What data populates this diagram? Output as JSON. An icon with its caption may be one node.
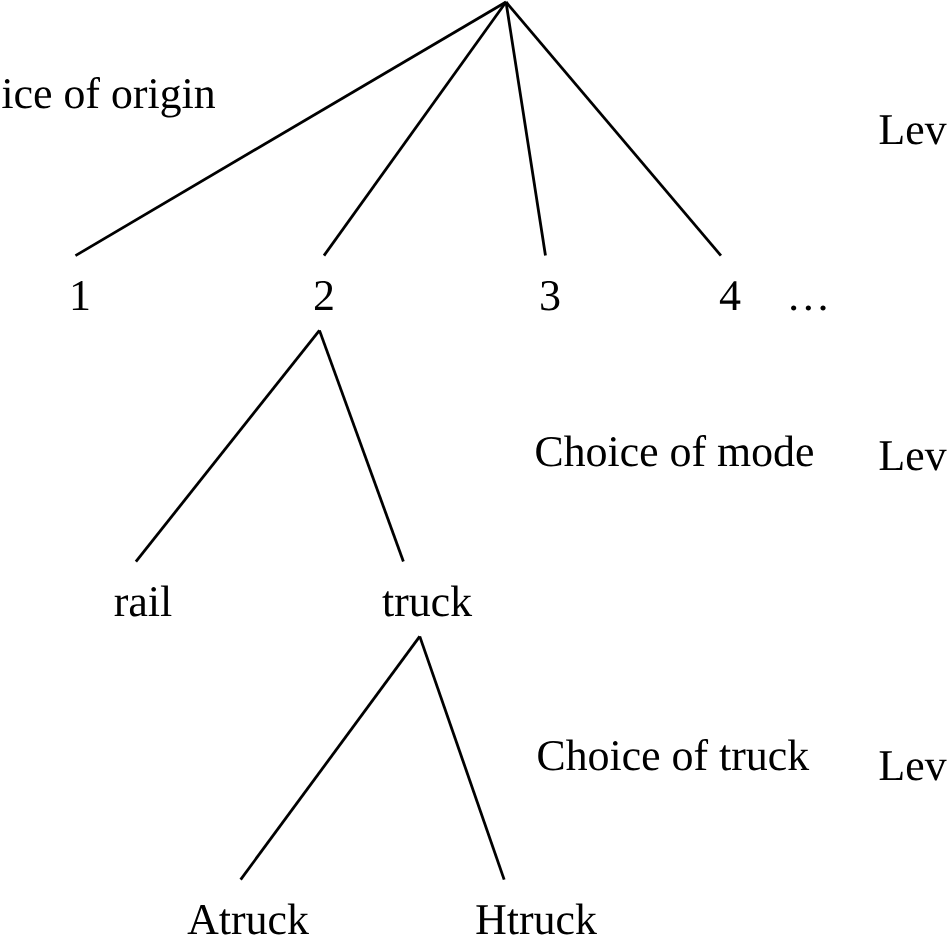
{
  "diagram": {
    "nodes": [
      {
        "text": [
          "1"
        ]
      },
      {
        "text": [
          "2"
        ]
      },
      {
        "text": [
          "3"
        ]
      },
      {
        "text": [
          "4"
        ]
      },
      {
        "text": [
          "rail"
        ]
      },
      {
        "text": [
          "truck"
        ]
      },
      {
        "text": [
          "Atruck"
        ]
      },
      {
        "text": [
          "Htruck"
        ]
      }
    ],
    "edges": [
      {
        "from": null,
        "to": 0,
        "arrow": "none"
      },
      {
        "from": null,
        "to": 1,
        "arrow": "none"
      },
      {
        "from": null,
        "to": 2,
        "arrow": "none"
      },
      {
        "from": null,
        "to": 3,
        "arrow": "none"
      },
      {
        "from": 1,
        "to": 4,
        "arrow": "none"
      },
      {
        "from": 1,
        "to": 5,
        "arrow": "none"
      },
      {
        "from": 5,
        "to": 6,
        "arrow": "none"
      },
      {
        "from": 5,
        "to": 7,
        "arrow": "none"
      }
    ],
    "labels": [
      "ice of origin",
      "Lev",
      "…",
      "Choice of mode",
      "Lev",
      "Choice of truck",
      "Lev"
    ]
  }
}
